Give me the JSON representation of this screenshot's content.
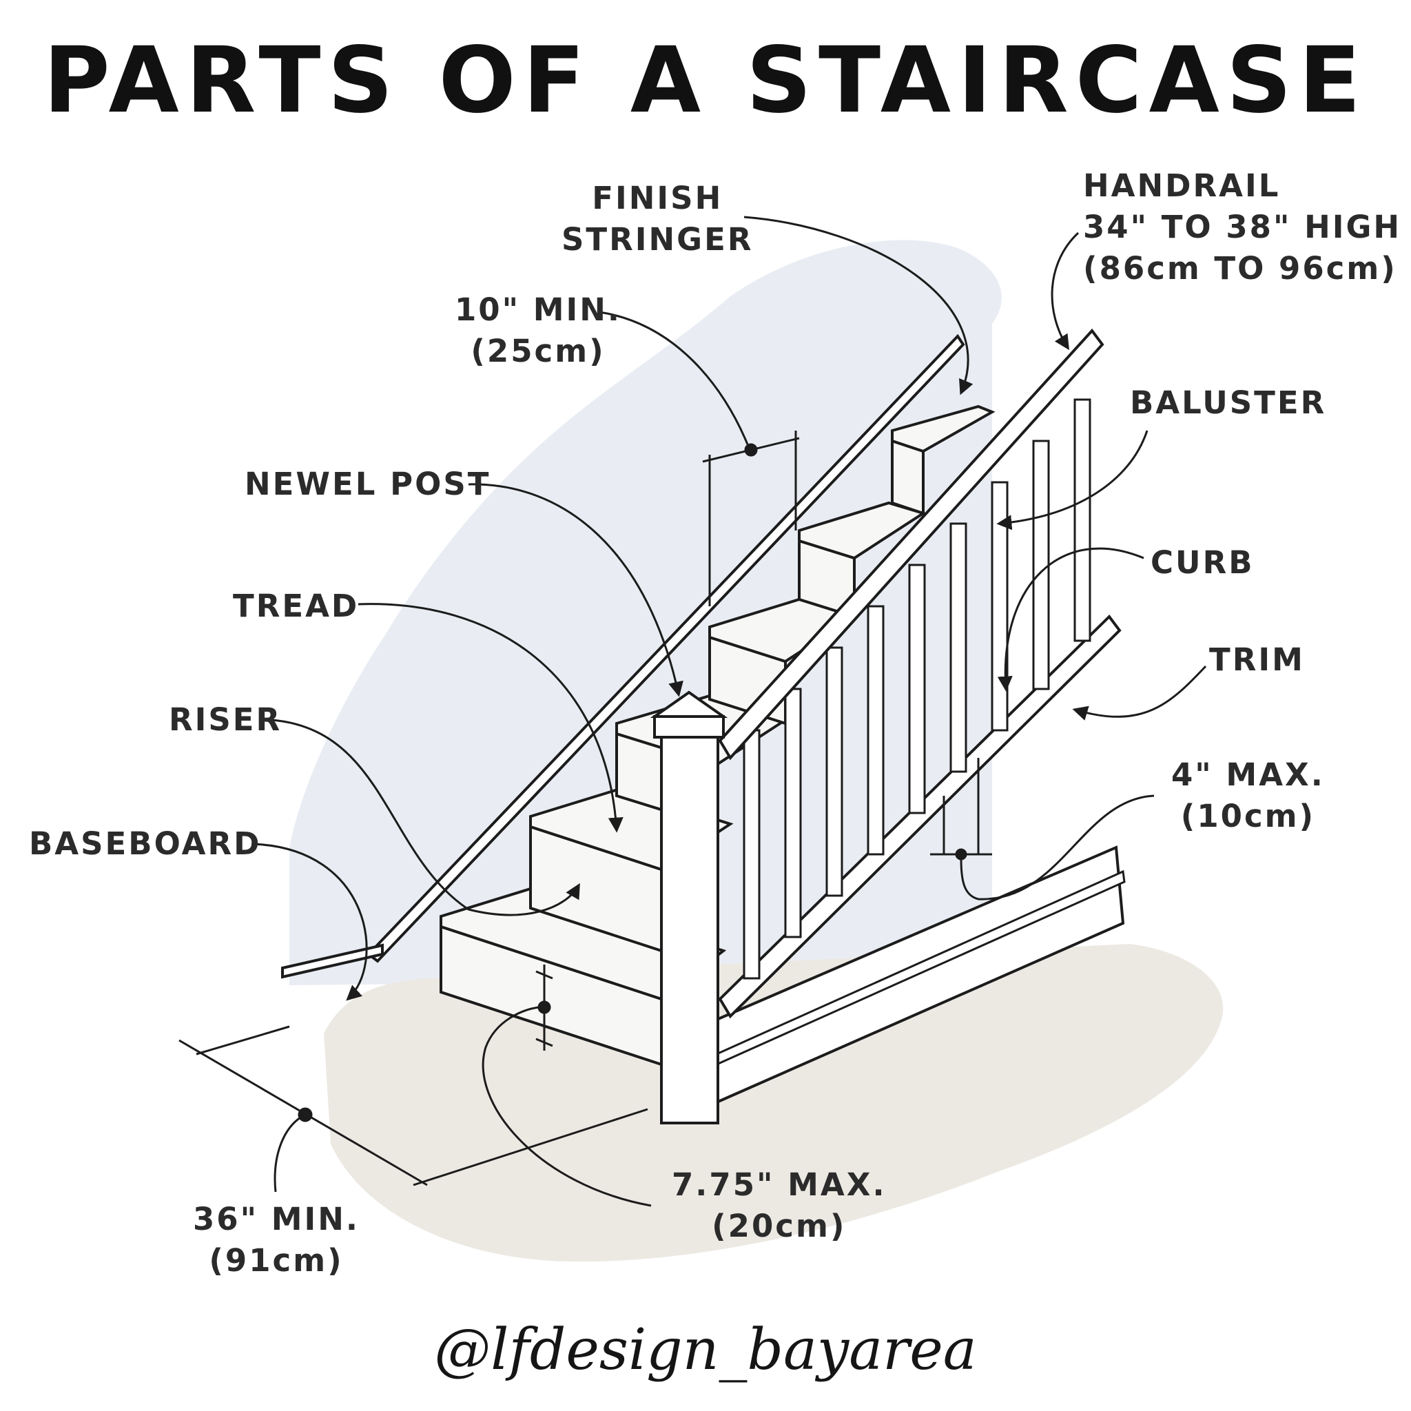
{
  "title": "PARTS OF A STAIRCASE",
  "credit": "@lfdesign_bayarea",
  "labels": {
    "finish_stringer": [
      "FINISH",
      "STRINGER"
    ],
    "handrail": [
      "HANDRAIL",
      "34\" TO 38\" HIGH",
      "(86cm TO 96cm)"
    ],
    "tread_depth": [
      "10\" MIN.",
      "(25cm)"
    ],
    "baluster": [
      "BALUSTER"
    ],
    "newel_post": [
      "NEWEL POST"
    ],
    "curb": [
      "CURB"
    ],
    "tread": [
      "TREAD"
    ],
    "trim": [
      "TRIM"
    ],
    "riser": [
      "RISER"
    ],
    "baluster_gap": [
      "4\" MAX.",
      "(10cm)"
    ],
    "baseboard": [
      "BASEBOARD"
    ],
    "riser_height": [
      "7.75\" MAX.",
      "(20cm)"
    ],
    "stair_width": [
      "36\" MIN.",
      "(91cm)"
    ]
  },
  "colors": {
    "ink": "#1c1c1c",
    "wall": "#e9edf3",
    "floor": "#ece9e3",
    "wood": "#f7f7f5",
    "label": "#2b2b2b"
  }
}
